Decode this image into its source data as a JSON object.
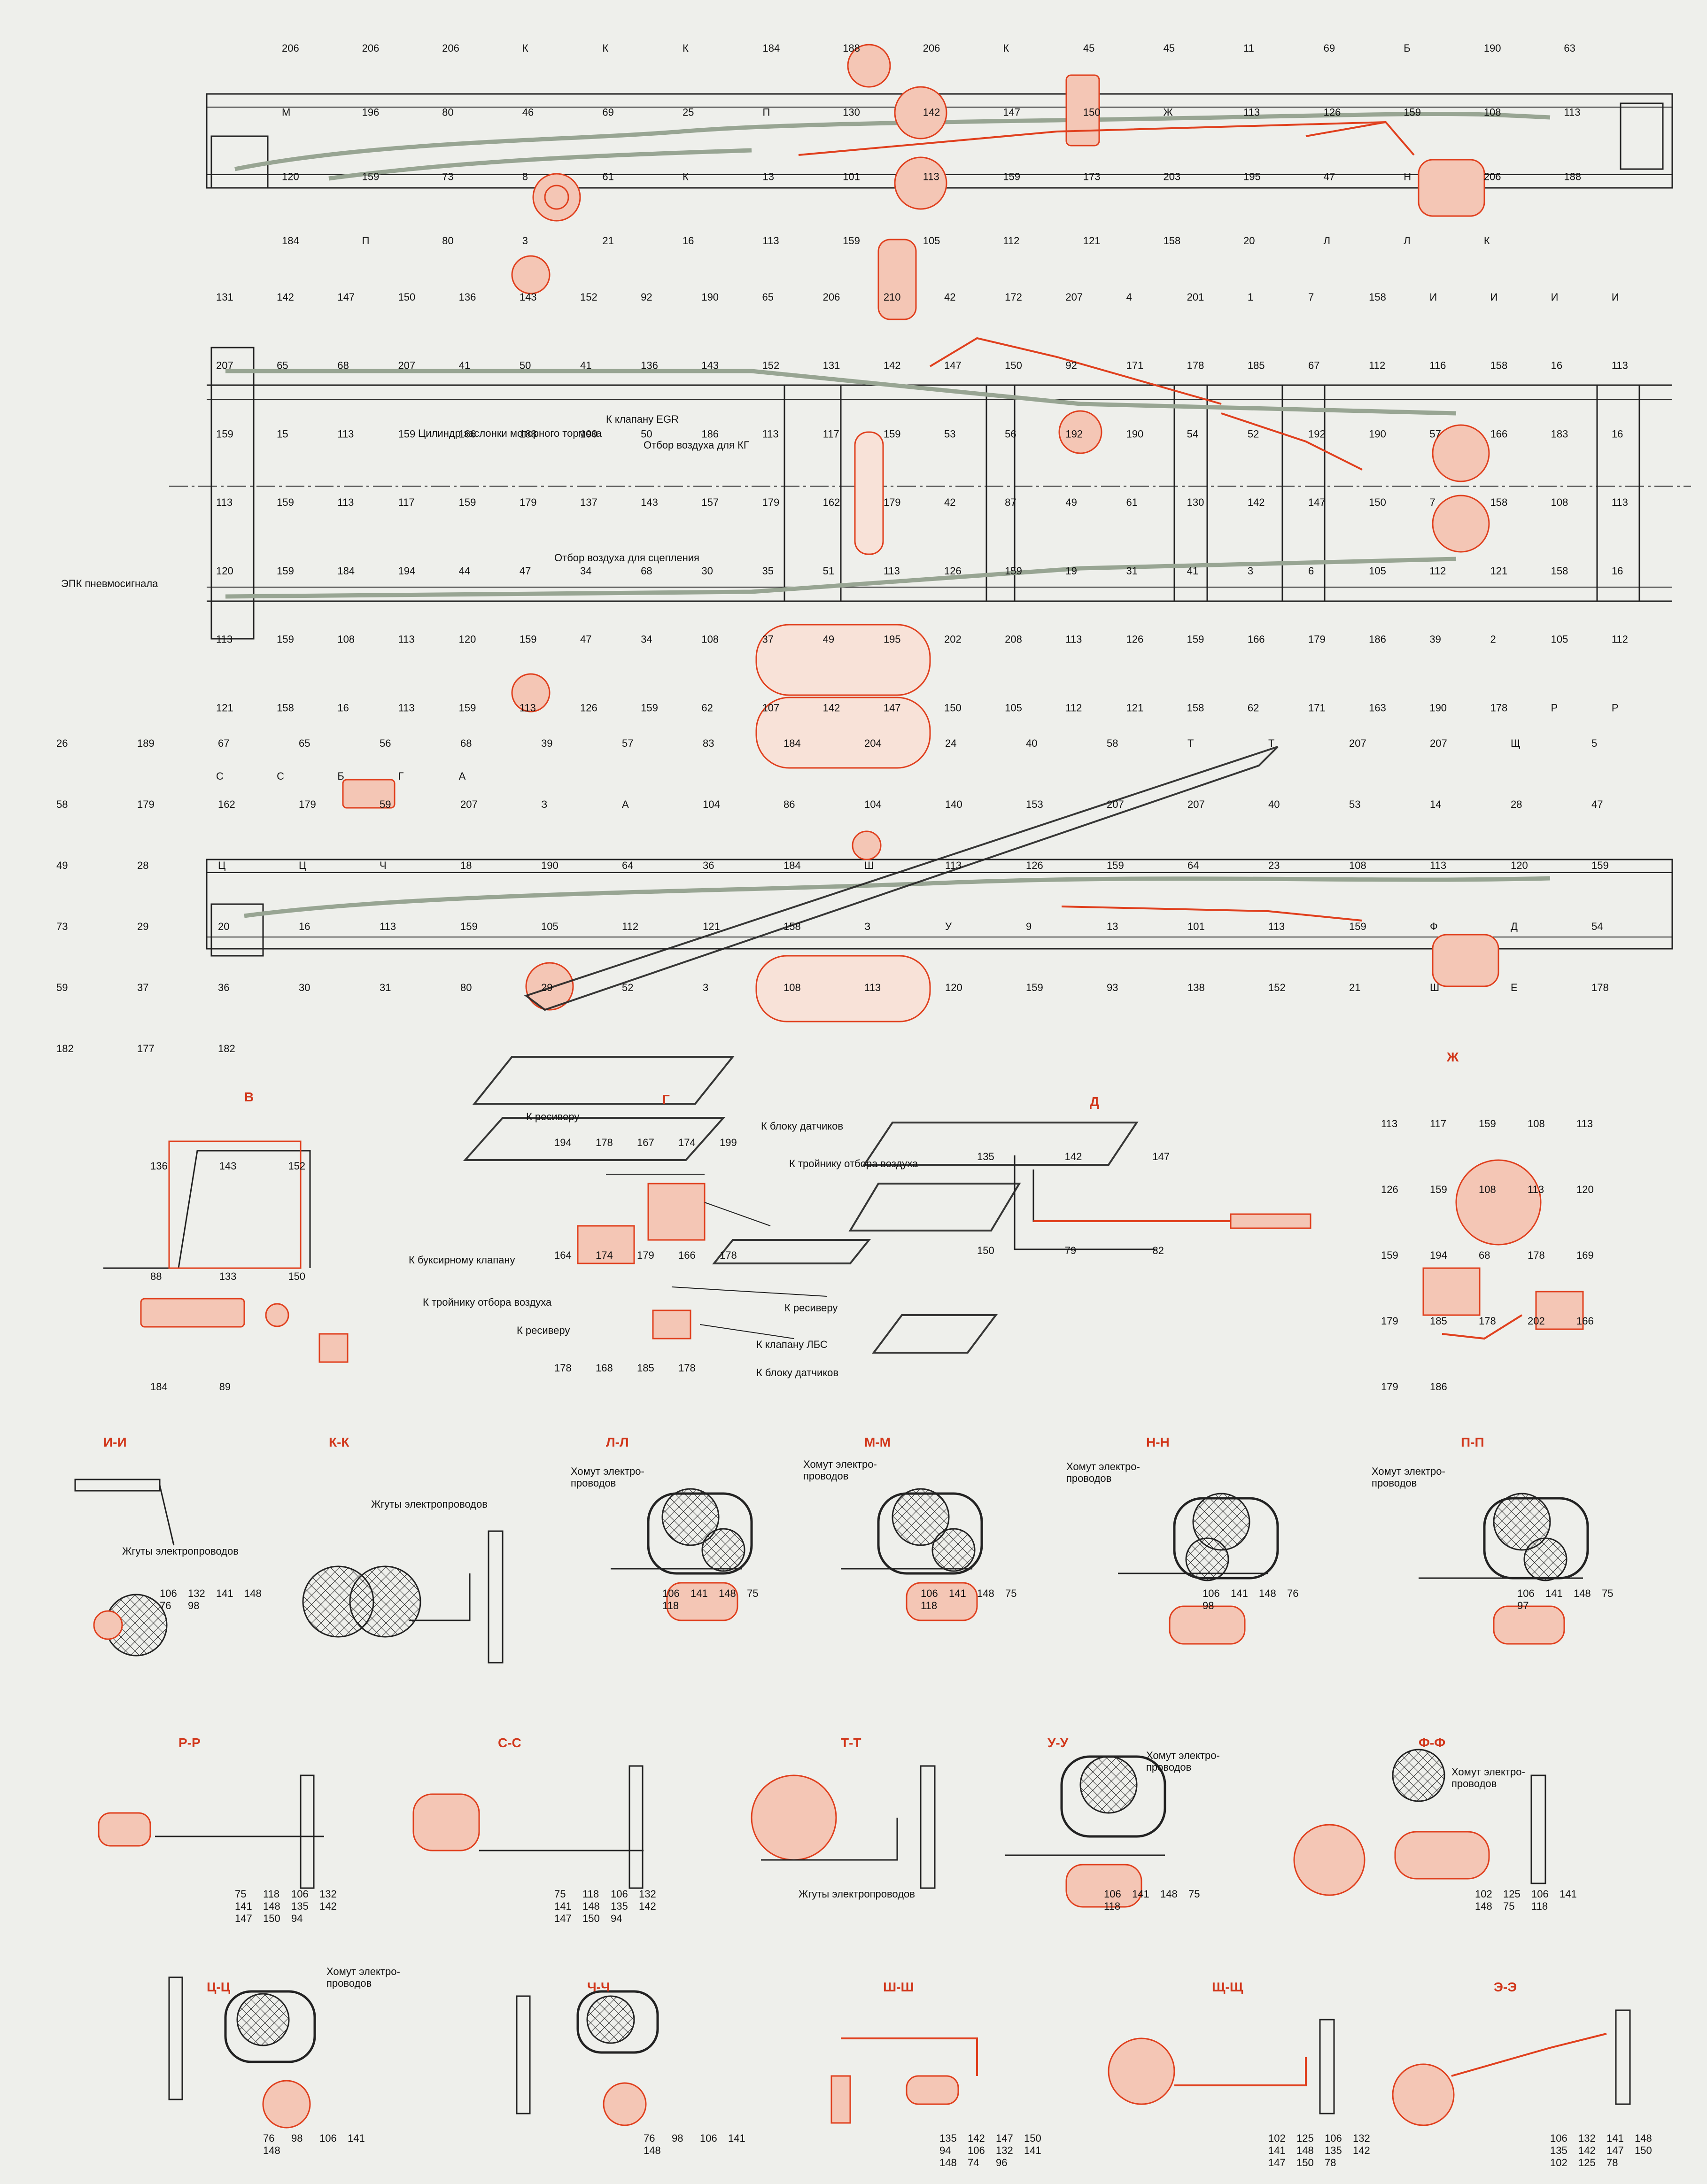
{
  "colors": {
    "background": "#eeefeb",
    "line": "#222222",
    "pipe": "#e0401e",
    "hose": "#98a593"
  },
  "view1": {
    "labels": [
      "206",
      "206",
      "206",
      "К",
      "К",
      "К",
      "184",
      "188",
      "206",
      "К",
      "45",
      "45",
      "11",
      "69",
      "Б",
      "190",
      "63",
      "М",
      "196",
      "80",
      "46",
      "69",
      "25",
      "П",
      "130",
      "142",
      "147",
      "150",
      "Ж",
      "113",
      "126",
      "159",
      "108",
      "113",
      "120",
      "159",
      "73",
      "8",
      "61",
      "К",
      "13",
      "101",
      "113",
      "159",
      "173",
      "203",
      "195",
      "47",
      "Н",
      "206",
      "188",
      "184",
      "П",
      "80",
      "3",
      "21",
      "16",
      "113",
      "159",
      "105",
      "112",
      "121",
      "158",
      "20",
      "Л",
      "Л",
      "К"
    ]
  },
  "view2": {
    "labels": [
      "131",
      "142",
      "147",
      "150",
      "136",
      "143",
      "152",
      "92",
      "190",
      "65",
      "206",
      "210",
      "42",
      "172",
      "207",
      "4",
      "201",
      "1",
      "7",
      "158",
      "И",
      "И",
      "И",
      "И",
      "207",
      "65",
      "68",
      "207",
      "41",
      "50",
      "41",
      "136",
      "143",
      "152",
      "131",
      "142",
      "147",
      "150",
      "92",
      "171",
      "178",
      "185",
      "67",
      "112",
      "116",
      "158",
      "16",
      "113",
      "159",
      "15",
      "113",
      "159",
      "166",
      "183",
      "190",
      "50",
      "186",
      "113",
      "117",
      "159",
      "53",
      "56",
      "192",
      "190",
      "54",
      "52",
      "192",
      "190",
      "57",
      "166",
      "183",
      "16",
      "113",
      "159",
      "113",
      "117",
      "159",
      "179",
      "137",
      "143",
      "157",
      "179",
      "162",
      "179",
      "42",
      "87",
      "49",
      "61",
      "130",
      "142",
      "147",
      "150",
      "7",
      "158",
      "108",
      "113",
      "120",
      "159",
      "184",
      "194",
      "44",
      "47",
      "34",
      "68",
      "30",
      "35",
      "51",
      "113",
      "126",
      "159",
      "19",
      "31",
      "41",
      "3",
      "6",
      "105",
      "112",
      "121",
      "158",
      "16",
      "113",
      "159",
      "108",
      "113",
      "120",
      "159",
      "47",
      "34",
      "108",
      "37",
      "49",
      "195",
      "202",
      "208",
      "113",
      "126",
      "159",
      "166",
      "179",
      "186",
      "39",
      "2",
      "105",
      "112",
      "121",
      "158",
      "16",
      "113",
      "159",
      "113",
      "126",
      "159",
      "62",
      "107",
      "142",
      "147",
      "150",
      "105",
      "112",
      "121",
      "158",
      "62",
      "171",
      "163",
      "190",
      "178",
      "Р",
      "Р",
      "С",
      "С",
      "Б",
      "Г",
      "А"
    ],
    "egr": "К клапану EGR",
    "kg": "Отбор воздуха для КГ",
    "engine_brake": "Цилиндр заслонки моторного тормоза",
    "clutch": "Отбор воздуха для сцепления",
    "epk": "ЭПК пневмосигнала"
  },
  "view3": {
    "labels": [
      "26",
      "189",
      "67",
      "65",
      "56",
      "68",
      "39",
      "57",
      "83",
      "184",
      "204",
      "24",
      "40",
      "58",
      "Т",
      "Т",
      "207",
      "207",
      "Щ",
      "5",
      "58",
      "179",
      "162",
      "179",
      "59",
      "207",
      "З",
      "А",
      "104",
      "86",
      "104",
      "140",
      "153",
      "207",
      "207",
      "40",
      "53",
      "14",
      "28",
      "47",
      "49",
      "28",
      "Ц",
      "Ц",
      "Ч",
      "18",
      "190",
      "64",
      "36",
      "184",
      "Ш",
      "113",
      "126",
      "159",
      "64",
      "23",
      "108",
      "113",
      "120",
      "159",
      "73",
      "29",
      "20",
      "16",
      "113",
      "159",
      "105",
      "112",
      "121",
      "158",
      "З",
      "У",
      "9",
      "13",
      "101",
      "113",
      "159",
      "Ф",
      "Д",
      "54",
      "59",
      "37",
      "36",
      "30",
      "31",
      "80",
      "29",
      "52",
      "3",
      "108",
      "113",
      "120",
      "159",
      "93",
      "138",
      "152",
      "21",
      "Ш",
      "Е",
      "178",
      "182",
      "177",
      "182"
    ]
  },
  "detail_v": {
    "title": "В",
    "labels": [
      "136",
      "143",
      "152",
      "88",
      "133",
      "150",
      "184",
      "89"
    ]
  },
  "detail_g": {
    "title": "Г",
    "to_receiver1": "К ресиверу",
    "to_sensor_block": "К блоку датчиков",
    "to_tee": "К тройнику отбора воздуха",
    "to_tow_valve": "К буксирному клапану",
    "to_tee2": "К тройнику отбора воздуха",
    "to_receiver2": "К ресиверу",
    "to_receiver3": "К ресиверу",
    "to_lbs_valve": "К клапану ЛБС",
    "to_sensor_block2": "К блоку датчиков",
    "labels": [
      "194",
      "178",
      "167",
      "174",
      "199",
      "164",
      "174",
      "179",
      "166",
      "178",
      "178",
      "168",
      "185",
      "178"
    ]
  },
  "detail_d": {
    "title": "Д",
    "labels": [
      "135",
      "142",
      "147",
      "150",
      "79",
      "82"
    ]
  },
  "detail_zh": {
    "title": "Ж",
    "labels": [
      "113",
      "117",
      "159",
      "108",
      "113",
      "126",
      "159",
      "108",
      "113",
      "120",
      "159",
      "194",
      "68",
      "178",
      "169",
      "179",
      "185",
      "178",
      "202",
      "166",
      "179",
      "186"
    ]
  },
  "section_labels": {
    "harness": "Жгуты электропроводов",
    "clamp": "Хомут электро-",
    "clamp2": "проводов"
  },
  "sections": [
    {
      "title": "И-И",
      "labels": [
        "106",
        "132",
        "141",
        "148",
        "76",
        "98"
      ]
    },
    {
      "title": "К-К",
      "labels": []
    },
    {
      "title": "Л-Л",
      "labels": [
        "106",
        "141",
        "148",
        "75",
        "118"
      ]
    },
    {
      "title": "М-М",
      "labels": [
        "106",
        "141",
        "148",
        "75",
        "118"
      ]
    },
    {
      "title": "Н-Н",
      "labels": [
        "106",
        "141",
        "148",
        "76",
        "98"
      ]
    },
    {
      "title": "П-П",
      "labels": [
        "106",
        "141",
        "148",
        "75",
        "97"
      ]
    },
    {
      "title": "Р-Р",
      "labels": [
        "75",
        "118",
        "106",
        "132",
        "141",
        "148",
        "135",
        "142",
        "147",
        "150",
        "94"
      ]
    },
    {
      "title": "С-С",
      "labels": [
        "75",
        "118",
        "106",
        "132",
        "141",
        "148",
        "135",
        "142",
        "147",
        "150",
        "94"
      ]
    },
    {
      "title": "Т-Т",
      "labels": []
    },
    {
      "title": "У-У",
      "labels": [
        "106",
        "141",
        "148",
        "75",
        "118"
      ]
    },
    {
      "title": "Ф-Ф",
      "labels": [
        "102",
        "125",
        "106",
        "141",
        "148",
        "75",
        "118"
      ]
    },
    {
      "title": "Ц-Ц",
      "labels": [
        "76",
        "98",
        "106",
        "141",
        "148"
      ]
    },
    {
      "title": "Ч-Ч",
      "labels": [
        "76",
        "98",
        "106",
        "141",
        "148"
      ]
    },
    {
      "title": "Ш-Ш",
      "labels": [
        "135",
        "142",
        "147",
        "150",
        "94",
        "106",
        "132",
        "141",
        "148",
        "74",
        "96"
      ]
    },
    {
      "title": "Щ-Щ",
      "labels": [
        "102",
        "125",
        "106",
        "132",
        "141",
        "148",
        "135",
        "142",
        "147",
        "150",
        "78"
      ]
    },
    {
      "title": "Э-Э",
      "labels": [
        "106",
        "132",
        "141",
        "148",
        "135",
        "142",
        "147",
        "150",
        "102",
        "125",
        "78"
      ]
    }
  ]
}
